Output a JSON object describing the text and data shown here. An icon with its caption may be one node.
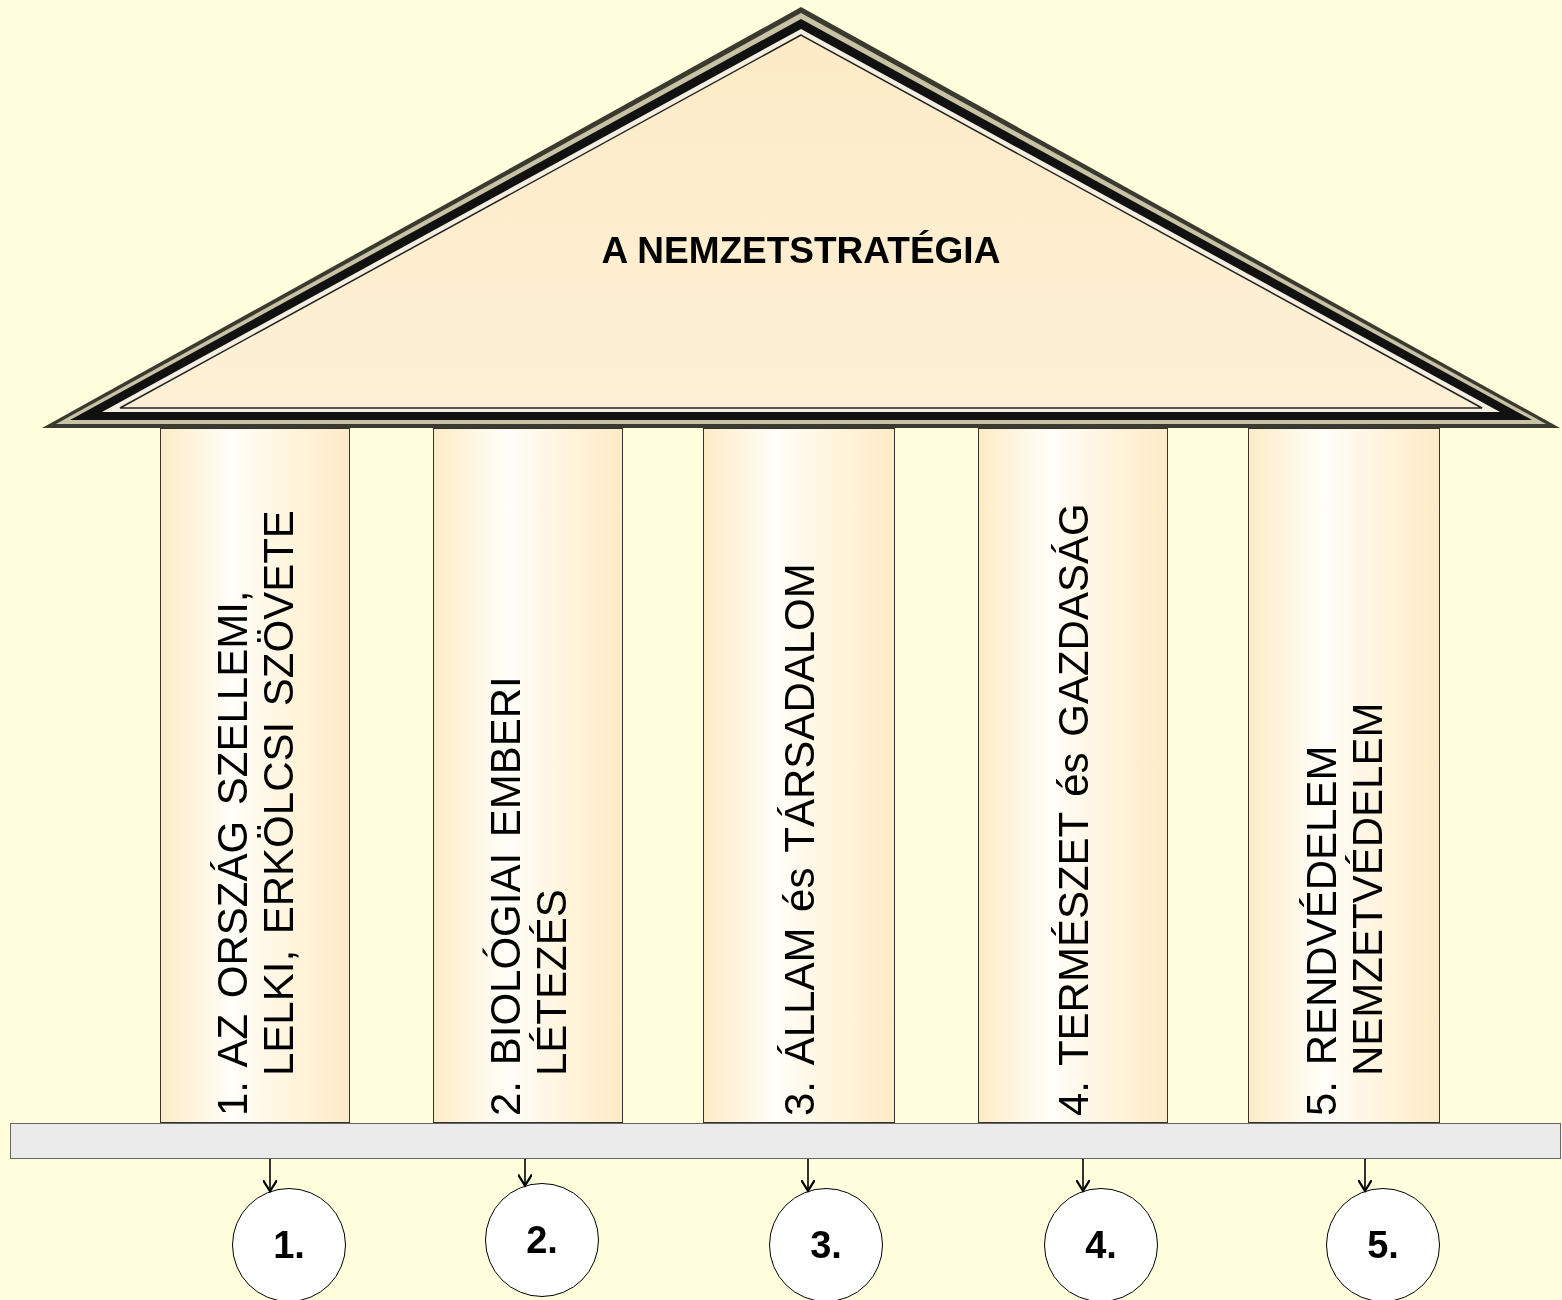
{
  "diagram": {
    "nodes": [
      {
        "text": [
          "A NEMZETSTRATÉGIA"
        ]
      },
      {
        "text": [
          "1. AZ ORSZÁG SZELLEMI, LELKI, ERKÖLCSI SZÖVETE"
        ]
      },
      {
        "text": [
          "2. BIOLÓGIAI EMBERI LÉTEZÉS"
        ]
      },
      {
        "text": [
          "3. ÁLLAM és TÁRSADALOM"
        ]
      },
      {
        "text": [
          "4. TERMÉSZET és GAZDASÁG"
        ]
      },
      {
        "text": [
          "5. RENDVÉDELEM NEMZETVÉDELEM"
        ]
      },
      {
        "text": [],
        "shape": "bar"
      },
      {
        "text": [
          "1."
        ]
      },
      {
        "text": [
          "2."
        ]
      },
      {
        "text": [
          "3."
        ]
      },
      {
        "text": [
          "4."
        ]
      },
      {
        "text": [
          "5."
        ]
      }
    ],
    "edges": [
      {
        "from": 6,
        "to": 7,
        "arrow": "to"
      },
      {
        "from": 6,
        "to": 8,
        "arrow": "to"
      },
      {
        "from": 6,
        "to": 9,
        "arrow": "to"
      },
      {
        "from": 6,
        "to": 10,
        "arrow": "to"
      },
      {
        "from": 6,
        "to": 11,
        "arrow": "to"
      }
    ]
  }
}
